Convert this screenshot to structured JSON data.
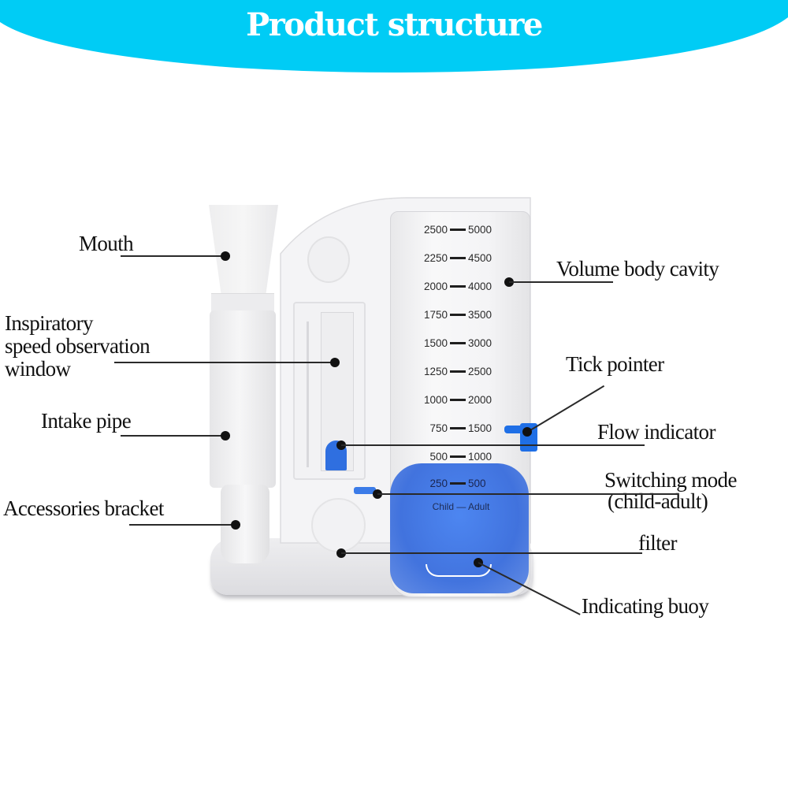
{
  "header": {
    "title": "Product structure",
    "banner_color": "#00ccf5"
  },
  "device": {
    "scale": [
      {
        "child": "2500",
        "adult": "5000"
      },
      {
        "child": "2250",
        "adult": "4500"
      },
      {
        "child": "2000",
        "adult": "4000"
      },
      {
        "child": "1750",
        "adult": "3500"
      },
      {
        "child": "1500",
        "adult": "3000"
      },
      {
        "child": "1250",
        "adult": "2500"
      },
      {
        "child": "1000",
        "adult": "2000"
      },
      {
        "child": "750",
        "adult": "1500"
      },
      {
        "child": "500",
        "adult": "1000"
      },
      {
        "child": "250",
        "adult": "500"
      }
    ],
    "mode_label": "Child — Adult",
    "accent_color": "#2f6fe0"
  },
  "callouts": {
    "mouth": "Mouth",
    "inspiratory_line1": "Inspiratory",
    "inspiratory_line2": "speed observation",
    "inspiratory_line3": "window",
    "intake_pipe": "Intake pipe",
    "accessories_bracket": "Accessories bracket",
    "volume_body_cavity": "Volume body cavity",
    "tick_pointer": "Tick pointer",
    "flow_indicator": "Flow indicator",
    "switching_mode_line1": "Switching mode",
    "switching_mode_line2": "(child-adult)",
    "filter": "filter",
    "indicating_buoy": "Indicating buoy"
  }
}
